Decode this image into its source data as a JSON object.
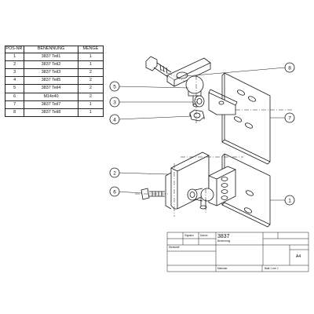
{
  "parts_list": {
    "headers": [
      "POS-NR.",
      "BENENNUNG",
      "MENGE"
    ],
    "rows": [
      [
        "1",
        "3837 Teil1",
        "1"
      ],
      [
        "2",
        "3837 Teil2",
        "1"
      ],
      [
        "3",
        "3837 Teil3",
        "2"
      ],
      [
        "4",
        "3837 Teil5",
        "2"
      ],
      [
        "5",
        "3837 Teil4",
        "2"
      ],
      [
        "6",
        "M14x40",
        "2"
      ],
      [
        "7",
        "3837 Teil7",
        "1"
      ],
      [
        "8",
        "3837 Teil8",
        "1"
      ]
    ]
  },
  "balloons": [
    "8",
    "5",
    "3",
    "4",
    "7",
    "2",
    "6",
    "1"
  ],
  "title_block": {
    "drawing_number": "3837",
    "sheet_size": "A4",
    "material_label": "Werkstoff",
    "name_label": "Benennung",
    "scale_label": "Maßstab",
    "signature_label": "Signatur",
    "date_label": "Datum",
    "sheet_label": "Blatt 1 von 1"
  },
  "colors": {
    "line": "#1a1a1a",
    "paper": "#ffffff"
  }
}
